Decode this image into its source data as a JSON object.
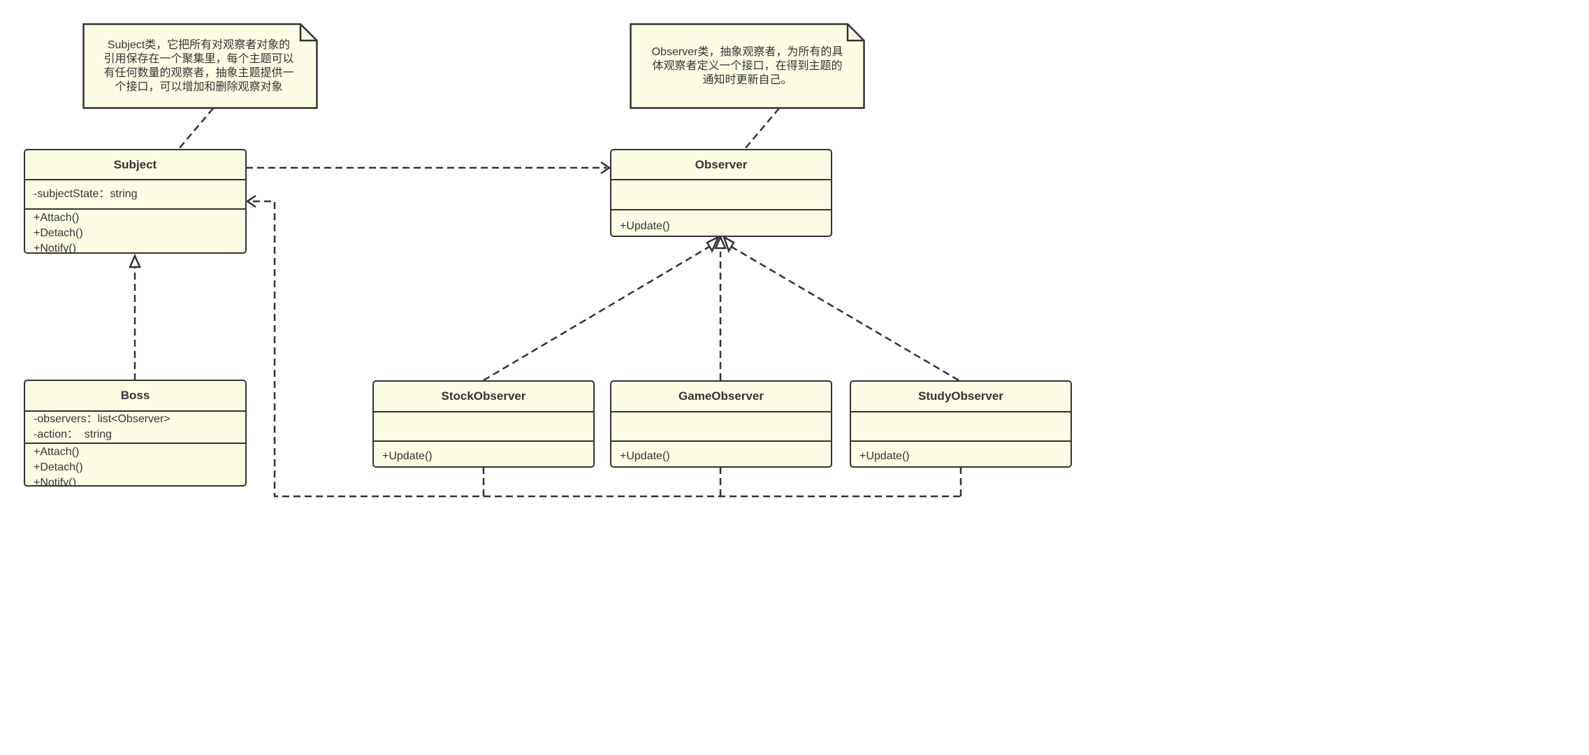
{
  "notes": {
    "subject_note": {
      "lines": [
        "Subject类，它把所有对观察者对象的",
        "引用保存在一个聚集里，每个主题可以",
        "有任何数量的观察者，抽象主题提供一",
        "个接口，可以增加和删除观察对象"
      ]
    },
    "observer_note": {
      "lines": [
        "Observer类，抽象观察者，为所有的具",
        "体观察者定义一个接口，在得到主题的",
        "通知时更新自己。"
      ]
    }
  },
  "classes": {
    "subject": {
      "name": "Subject",
      "attributes": [
        "-subjectState：string"
      ],
      "operations": [
        "+Attach()",
        "+Detach()",
        "+Notify()"
      ]
    },
    "boss": {
      "name": "Boss",
      "attributes": [
        "-observers：list<Observer>",
        "-action：  string"
      ],
      "operations": [
        "+Attach()",
        "+Detach()",
        "+Notify()"
      ]
    },
    "observer": {
      "name": "Observer",
      "attributes": [],
      "operations": [
        "+Update()"
      ]
    },
    "stock_observer": {
      "name": "StockObserver",
      "attributes": [],
      "operations": [
        "+Update()"
      ]
    },
    "game_observer": {
      "name": "GameObserver",
      "attributes": [],
      "operations": [
        "+Update()"
      ]
    },
    "study_observer": {
      "name": "StudyObserver",
      "attributes": [],
      "operations": [
        "+Update()"
      ]
    }
  },
  "colors": {
    "fill": "#fdfde6",
    "stroke": "#333333"
  }
}
